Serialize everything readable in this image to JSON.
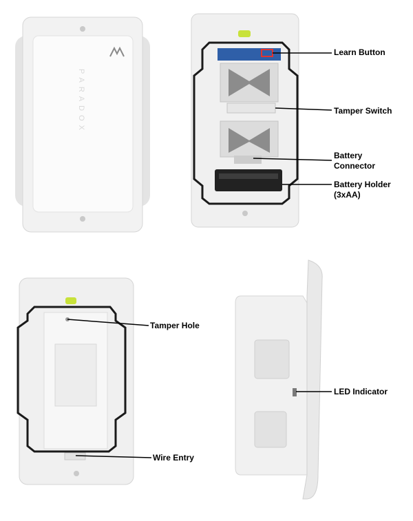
{
  "labels": {
    "learn_button": "Learn Button",
    "tamper_switch": "Tamper Switch",
    "battery_connector_1": "Battery",
    "battery_connector_2": "Connector",
    "battery_holder_1": "Battery Holder",
    "battery_holder_2": "(3xAA)",
    "tamper_hole": "Tamper Hole",
    "wire_entry": "Wire Entry",
    "led_indicator": "LED Indicator"
  },
  "cover_branding": "PARADOX",
  "colors": {
    "plastic": "#f3f3f3",
    "plastic_shadow": "#d9d9d9",
    "outline": "#1a1a1a",
    "level_bubble": "#c8e23a",
    "learn_highlight": "#e3342f",
    "board_blue": "#2f5fa8"
  }
}
